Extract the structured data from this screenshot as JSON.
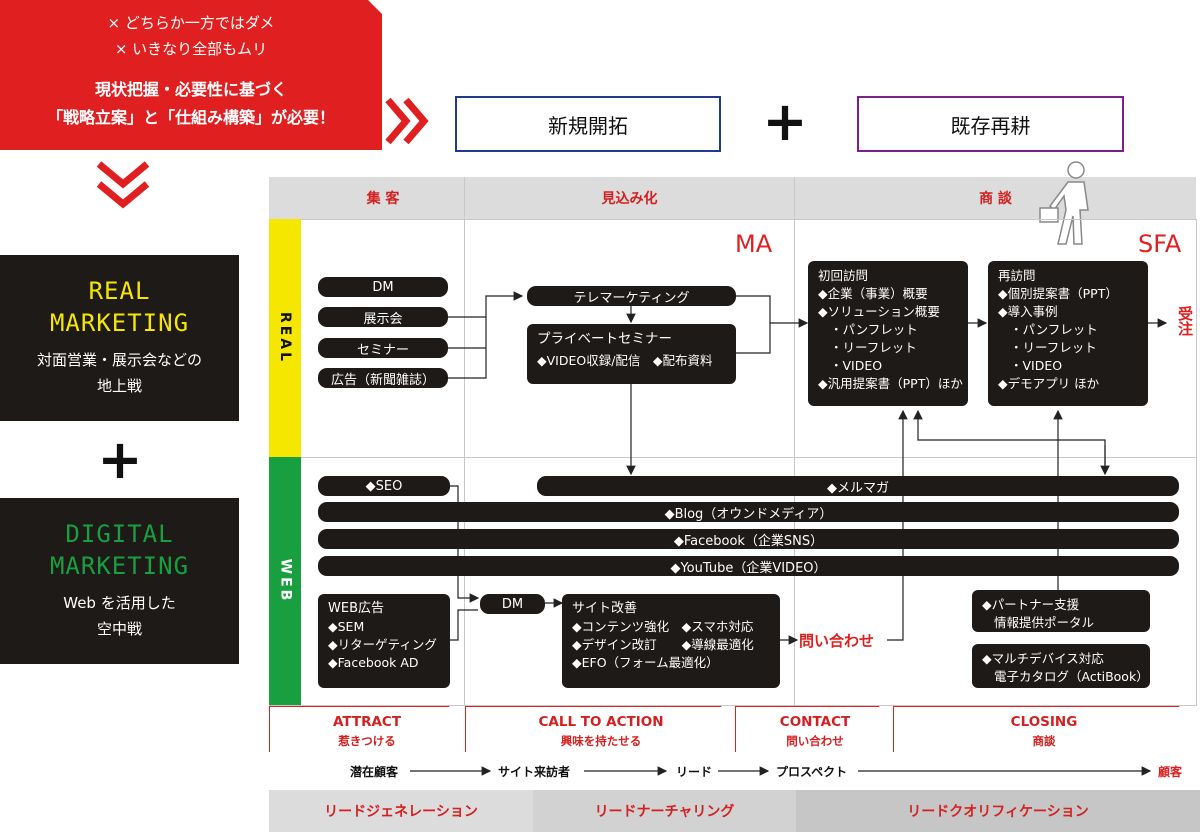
{
  "callout": {
    "line1": "× どちらか一方ではダメ",
    "line2": "× いきなり全部もムリ",
    "line3": "現状把握・必要性に基づく",
    "line4": "「戦略立案」と「仕組み構築」が必要！"
  },
  "top": {
    "new_label": "新規開拓",
    "existing_label": "既存再耕",
    "plus": "+"
  },
  "left": {
    "real_title1": "REAL",
    "real_title2": "MARKETING",
    "real_sub1": "対面営業・展示会などの",
    "real_sub2": "地上戦",
    "plus": "+",
    "digital_title1": "DIGITAL",
    "digital_title2": "MARKETING",
    "digital_sub1": "Web を活用した",
    "digital_sub2": "空中戦"
  },
  "columns": {
    "col1": "集 客",
    "col2": "見込み化",
    "col3": "商 談"
  },
  "rows": {
    "real": "REAL",
    "web": "WEB"
  },
  "tags": {
    "ma": "MA",
    "sfa": "SFA"
  },
  "real_items": {
    "dm": "DM",
    "expo": "展示会",
    "seminar": "セミナー",
    "ad": "広告（新聞雑誌）",
    "tele": "テレマーケティング",
    "private_title": "プライベートセミナー",
    "private_items": "◆VIDEO収録/配信　◆配布資料",
    "first_visit": {
      "title": "初回訪問",
      "lines": [
        "◆企業（事業）概要",
        "◆ソリューション概要",
        "・パンフレット",
        "・リーフレット",
        "・VIDEO",
        "◆汎用提案書（PPT）ほか"
      ]
    },
    "revisit": {
      "title": "再訪問",
      "lines": [
        "◆個別提案書（PPT）",
        "◆導入事例",
        "・パンフレット",
        "・リーフレット",
        "・VIDEO",
        "◆デモアプリ ほか"
      ]
    },
    "order": "受注"
  },
  "web_items": {
    "seo": "◆SEO",
    "mailmag": "◆メルマガ",
    "blog": "◆Blog（オウンドメディア）",
    "facebook": "◆Facebook（企業SNS）",
    "youtube": "◆YouTube（企業VIDEO）",
    "webad": {
      "title": "WEB広告",
      "lines": [
        "◆SEM",
        "◆リターゲティング",
        "◆Facebook AD"
      ]
    },
    "dm": "DM",
    "site": {
      "title": "サイト改善",
      "lines": [
        "◆コンテンツ強化　◆スマホ対応",
        "◆デザイン改訂　　◆導線最適化",
        "◆EFO（フォーム最適化）"
      ]
    },
    "inquiry": "問い合わせ",
    "partner": [
      "◆パートナー支援",
      "情報提供ポータル"
    ],
    "catalog": [
      "◆マルチデバイス対応",
      "電子カタログ（ActiBook）"
    ]
  },
  "funnel": [
    {
      "en": "ATTRACT",
      "ja": "惹きつける"
    },
    {
      "en": "CALL TO ACTION",
      "ja": "興味を持たせる"
    },
    {
      "en": "CONTACT",
      "ja": "問い合わせ"
    },
    {
      "en": "CLOSING",
      "ja": "商談"
    }
  ],
  "journey": [
    "潜在顧客",
    "サイト来訪者",
    "リード",
    "プロスペクト",
    "顧客"
  ],
  "bottom": [
    "リードジェネレーション",
    "リードナーチャリング",
    "リードクオリフィケーション"
  ],
  "colors": {
    "red": "#e02020",
    "navy": "#1f3a8a",
    "purple": "#7a1f8c",
    "yellow": "#f5e700",
    "green": "#18a040",
    "dark": "#1e1a17"
  }
}
